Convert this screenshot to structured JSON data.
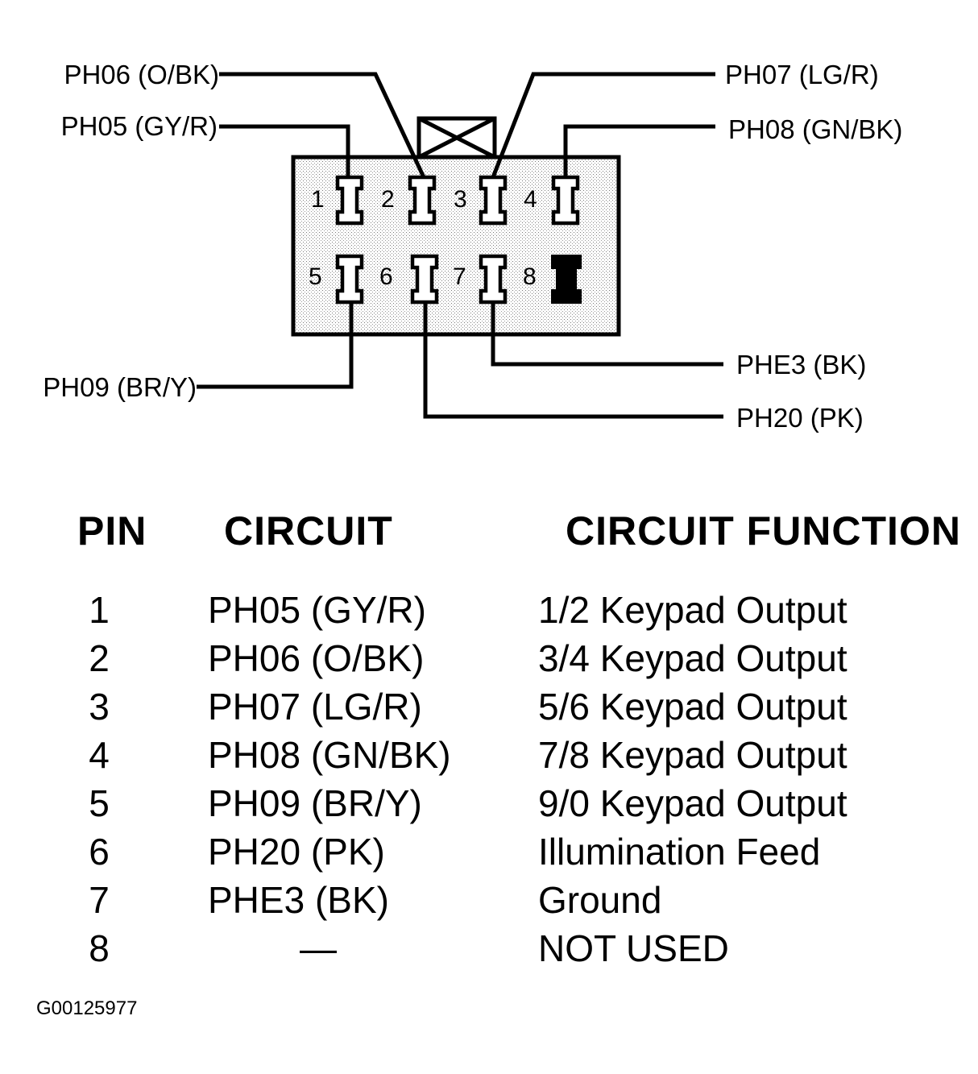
{
  "connector": {
    "wire_labels": {
      "ph06": "PH06 (O/BK)",
      "ph05": "PH05 (GY/R)",
      "ph07": "PH07 (LG/R)",
      "ph08": "PH08 (GN/BK)",
      "ph09": "PH09 (BR/Y)",
      "phe3": "PHE3 (BK)",
      "ph20": "PH20 (PK)"
    },
    "pin_numbers": [
      "1",
      "2",
      "3",
      "4",
      "5",
      "6",
      "7",
      "8"
    ]
  },
  "table": {
    "headers": {
      "pin": "PIN",
      "circuit": "CIRCUIT",
      "function": "CIRCUIT FUNCTION"
    },
    "rows": [
      {
        "pin": "1",
        "circuit": "PH05 (GY/R)",
        "function": "1/2 Keypad Output"
      },
      {
        "pin": "2",
        "circuit": "PH06 (O/BK)",
        "function": "3/4 Keypad Output"
      },
      {
        "pin": "3",
        "circuit": "PH07 (LG/R)",
        "function": "5/6 Keypad Output"
      },
      {
        "pin": "4",
        "circuit": "PH08 (GN/BK)",
        "function": "7/8 Keypad Output"
      },
      {
        "pin": "5",
        "circuit": "PH09 (BR/Y)",
        "function": "9/0 Keypad Output"
      },
      {
        "pin": "6",
        "circuit": "PH20 (PK)",
        "function": "Illumination Feed"
      },
      {
        "pin": "7",
        "circuit": "PHE3 (BK)",
        "function": "Ground"
      },
      {
        "pin": "8",
        "circuit": "—",
        "function": "NOT USED"
      }
    ]
  },
  "figure_code": "G00125977"
}
